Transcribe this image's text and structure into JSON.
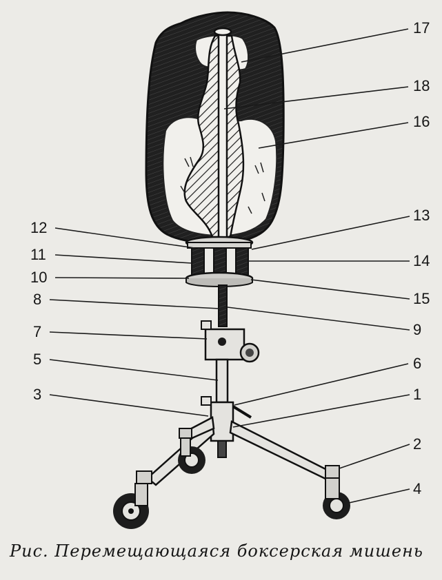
{
  "figure": {
    "caption": "Рис. Перемещающаяся боксерская мишень",
    "callouts": [
      {
        "id": "17",
        "label": "17"
      },
      {
        "id": "18",
        "label": "18"
      },
      {
        "id": "16",
        "label": "16"
      },
      {
        "id": "12",
        "label": "12"
      },
      {
        "id": "13",
        "label": "13"
      },
      {
        "id": "11",
        "label": "11"
      },
      {
        "id": "14",
        "label": "14"
      },
      {
        "id": "10",
        "label": "10"
      },
      {
        "id": "15",
        "label": "15"
      },
      {
        "id": "8",
        "label": "8"
      },
      {
        "id": "9",
        "label": "9"
      },
      {
        "id": "7",
        "label": "7"
      },
      {
        "id": "5",
        "label": "5"
      },
      {
        "id": "6",
        "label": "6"
      },
      {
        "id": "3",
        "label": "3"
      },
      {
        "id": "1",
        "label": "1"
      },
      {
        "id": "2",
        "label": "2"
      },
      {
        "id": "4",
        "label": "4"
      }
    ]
  }
}
